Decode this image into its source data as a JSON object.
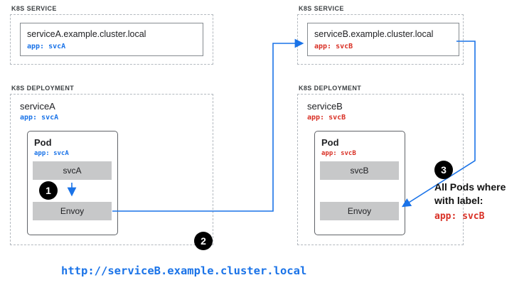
{
  "colors": {
    "accent_blue": "#1a73e8",
    "accent_red": "#d93025",
    "container_gray": "#c7c8c9"
  },
  "service_a": {
    "section_label": "K8S SERVICE",
    "dns": "serviceA.example.cluster.local",
    "app_label": "app: svcA"
  },
  "deployment_a": {
    "section_label": "K8S DEPLOYMENT",
    "name": "serviceA",
    "app_label": "app: svcA",
    "pod": {
      "title": "Pod",
      "app_label": "app: svcA",
      "container": "svcA",
      "sidecar": "Envoy"
    }
  },
  "service_b": {
    "section_label": "K8S SERVICE",
    "dns": "serviceB.example.cluster.local",
    "app_label": "app: svcB"
  },
  "deployment_b": {
    "section_label": "K8S DEPLOYMENT",
    "name": "serviceB",
    "app_label": "app: svcB",
    "pod": {
      "title": "Pod",
      "app_label": "app: svcB",
      "container": "svcB",
      "sidecar": "Envoy"
    }
  },
  "steps": {
    "step1": "1",
    "step2": "2",
    "step3": "3"
  },
  "annotation": {
    "line1": "All Pods where",
    "line2": "with label:",
    "app_label": "app: svcB"
  },
  "footer": {
    "url": "http://serviceB.example.cluster.local"
  }
}
